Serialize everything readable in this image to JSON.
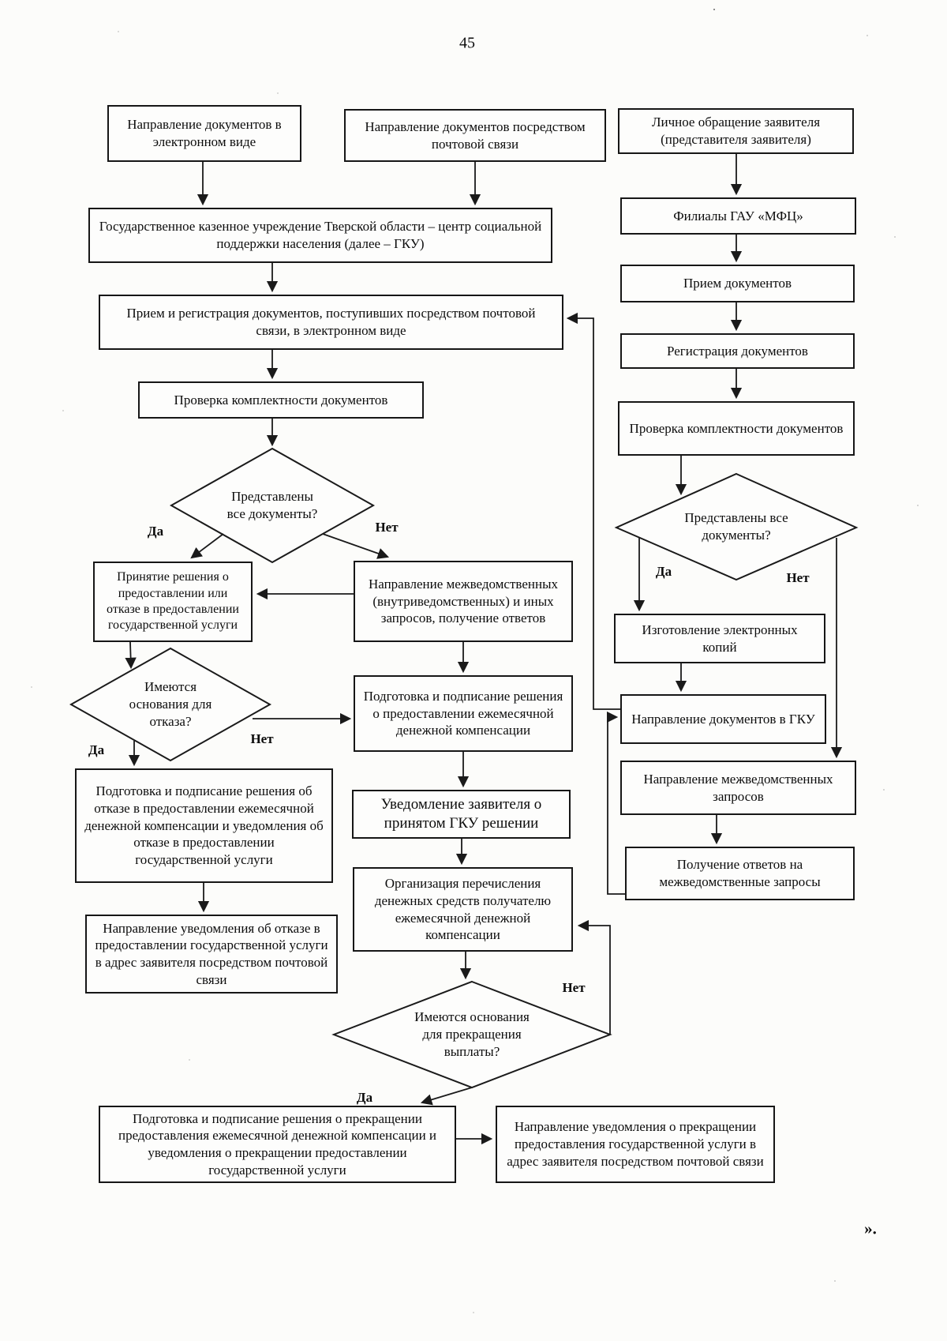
{
  "page": {
    "number": "45",
    "closing_mark": "»."
  },
  "labels": {
    "yes": "Да",
    "no": "Нет"
  },
  "nodes": {
    "send_electronic": "Направление документов в электронном виде",
    "send_postal": "Направление документов посредством почтовой связи",
    "personal_visit": "Личное обращение заявителя (представителя заявителя)",
    "gku": "Государственное казенное учреждение Тверской области – центр социальной поддержки населения (далее – ГКУ)",
    "reception_registration": "Прием и регистрация документов, поступивших посредством почтовой связи, в электронном виде",
    "completeness_check": "Проверка комплектности документов",
    "grant_or_refuse": "Принятие решения о предоставлении или отказе в предоставлении государственной услуги",
    "interagency_requests": "Направление межведомственных (внутриведомственных) и иных запросов, получение ответов",
    "prepare_grant_decision": "Подготовка и подписание решения о предоставлении ежемесячной денежной компенсации",
    "prepare_refusal_decision": "Подготовка и подписание решения об отказе в предоставлении ежемесячной денежной компенсации и уведомления об отказе в предоставлении государственной услуги",
    "send_refusal_notice": "Направление уведомления об отказе в предоставлении государственной услуги в адрес заявителя посредством почтовой связи",
    "notify_applicant": "Уведомление заявителя о принятом ГКУ решении",
    "arrange_transfer": "Организация перечисления денежных средств получателю ежемесячной денежной компенсации",
    "prepare_termination_decision": "Подготовка и подписание решения о прекращении предоставления ежемесячной денежной компенсации и уведомления о прекращении предоставлении государственной услуги",
    "send_termination_notice": "Направление уведомления о прекращении предоставления государственной услуги в адрес заявителя посредством почтовой связи",
    "mfc_branches": "Филиалы ГАУ «МФЦ»",
    "mfc_reception": "Прием документов",
    "mfc_registration": "Регистрация документов",
    "mfc_completeness": "Проверка комплектности документов",
    "electronic_copies": "Изготовление электронных копий",
    "send_docs_to_gku": "Направление документов в ГКУ",
    "mfc_interagency_requests": "Направление межведомственных запросов",
    "receive_responses": "Получение ответов на межведомственные запросы"
  },
  "decisions": {
    "all_docs_gku": "Представлены все документы?",
    "all_docs_mfc": "Представлены все документы?",
    "refusal_grounds": "Имеются основания для отказа?",
    "termination_grounds": "Имеются основания для прекращения выплаты?"
  }
}
